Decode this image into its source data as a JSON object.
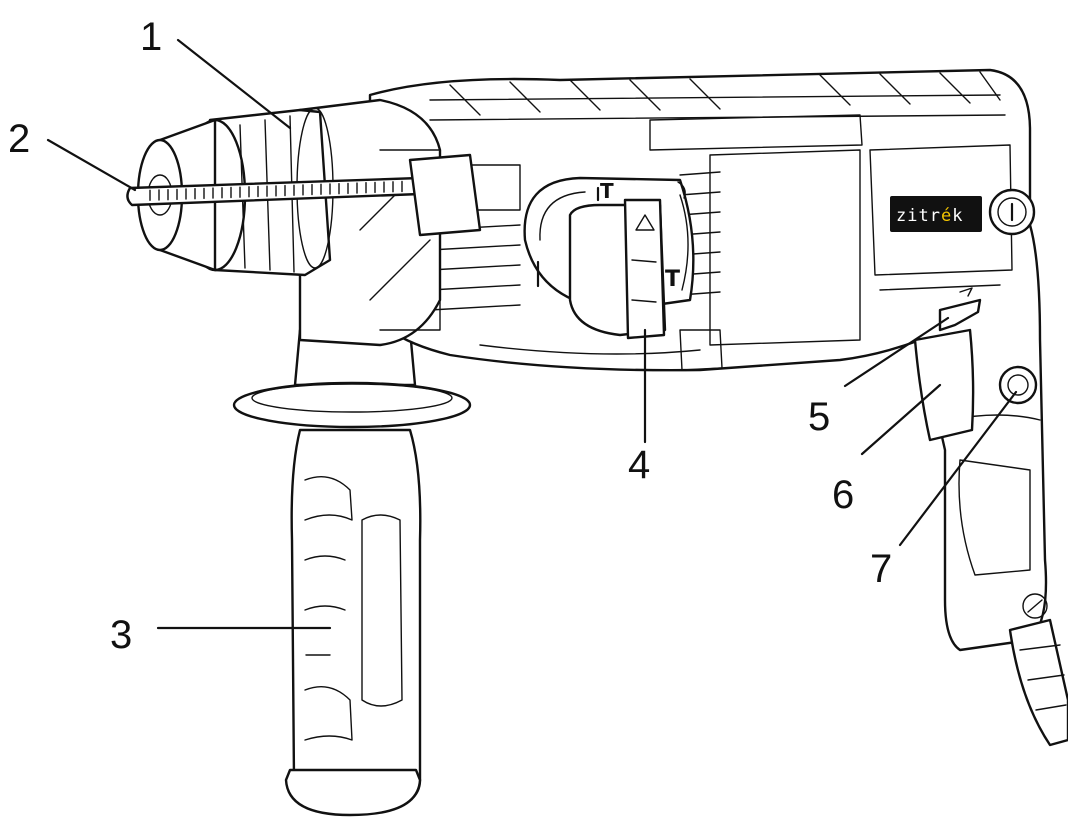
{
  "callouts": [
    {
      "number": "1"
    },
    {
      "number": "2"
    },
    {
      "number": "3"
    },
    {
      "number": "4"
    },
    {
      "number": "5"
    },
    {
      "number": "6"
    },
    {
      "number": "7"
    }
  ],
  "brand": {
    "prefix": "zitr",
    "accent": "é",
    "suffix": "k",
    "accent_color": "#f2c400",
    "plate_color": "#111111"
  },
  "mode_dial": {
    "symbol_right": "T",
    "symbol_top": "T"
  },
  "colors": {
    "line": "#111111",
    "background": "#ffffff"
  }
}
